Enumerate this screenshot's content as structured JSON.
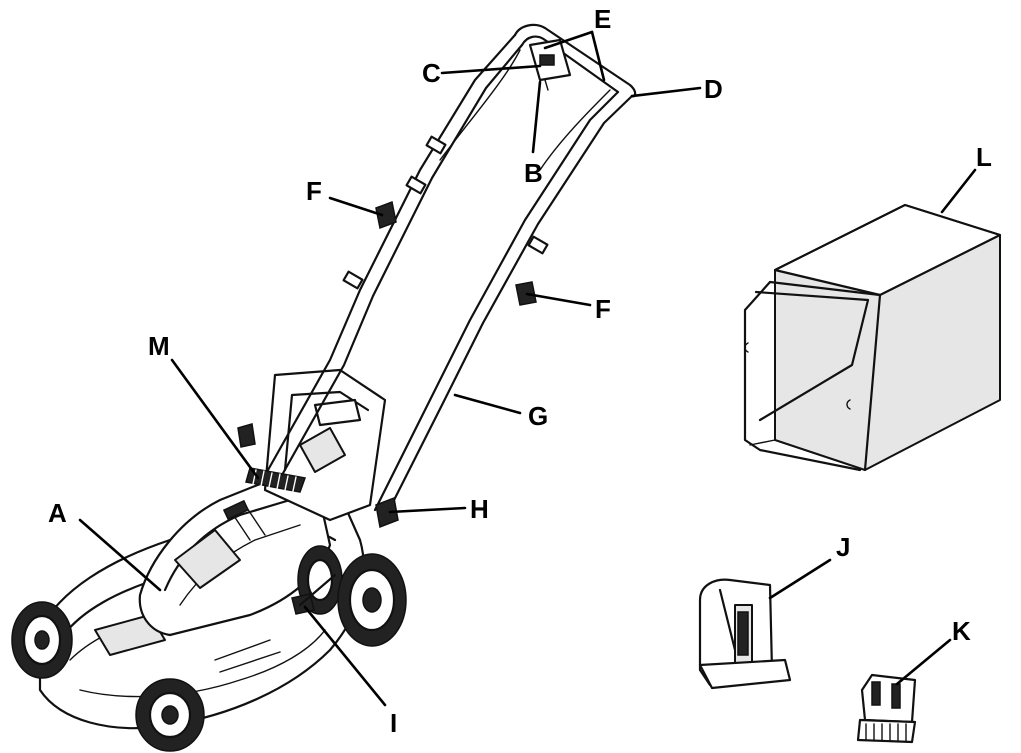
{
  "callouts": {
    "A": "A",
    "B": "B",
    "C": "C",
    "D": "D",
    "E": "E",
    "F1": "F",
    "F2": "F",
    "G": "G",
    "H": "H",
    "I": "I",
    "J": "J",
    "K": "K",
    "L": "L",
    "M": "M"
  },
  "colors": {
    "line": "#111111",
    "background": "#ffffff"
  }
}
